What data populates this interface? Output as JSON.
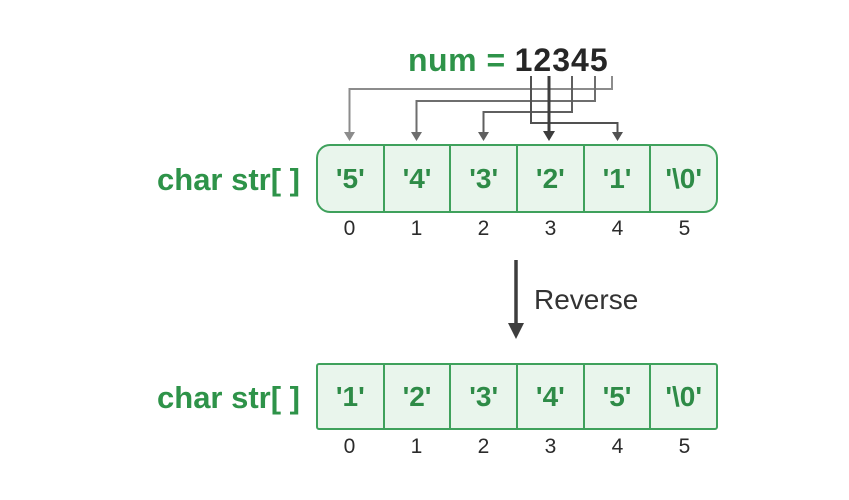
{
  "title": {
    "label": "num =",
    "value": "12345"
  },
  "reverse": {
    "label": "Reverse"
  },
  "arrays": {
    "top": {
      "label": "char str[ ]",
      "cells": [
        "'5'",
        "'4'",
        "'3'",
        "'2'",
        "'1'",
        "'\\0'"
      ],
      "indices": [
        "0",
        "1",
        "2",
        "3",
        "4",
        "5"
      ]
    },
    "bottom": {
      "label": "char str[ ]",
      "cells": [
        "'1'",
        "'2'",
        "'3'",
        "'4'",
        "'5'",
        "'\\0'"
      ],
      "indices": [
        "0",
        "1",
        "2",
        "3",
        "4",
        "5"
      ]
    }
  },
  "colors": {
    "green_text": "#2e9349",
    "green_border": "#3fa15c",
    "cell_fill": "#e9f5ec",
    "dark_text": "#262626",
    "arrow_gray_light": "#8c8c8c",
    "arrow_gray_mid": "#6e6e6e",
    "arrow_dark": "#3d3d3d"
  }
}
